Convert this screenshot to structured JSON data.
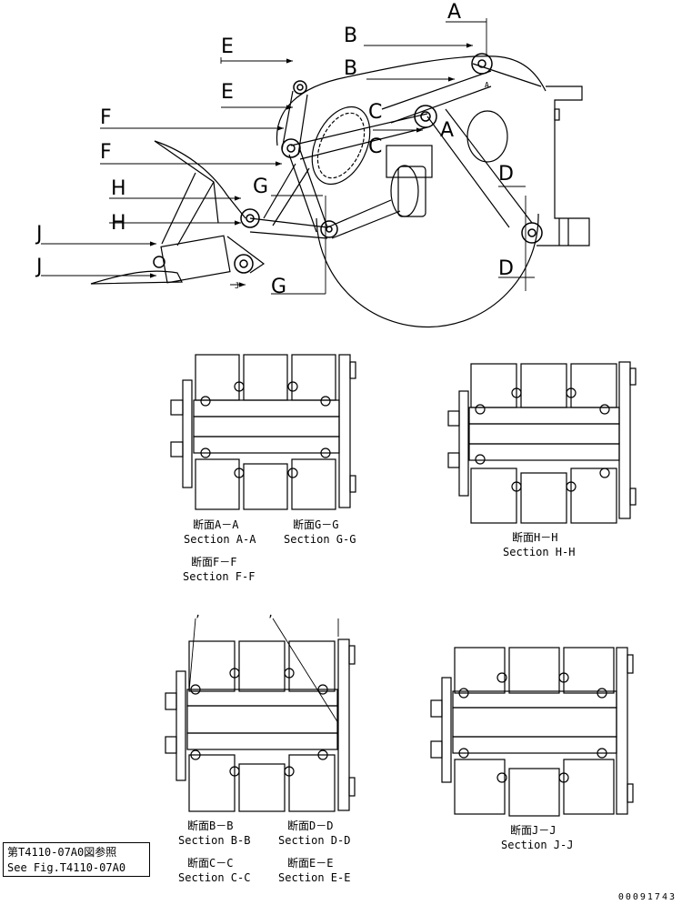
{
  "view_labels": [
    "A",
    "B",
    "B",
    "C",
    "C",
    "D",
    "D",
    "E",
    "E",
    "F",
    "F",
    "G",
    "G",
    "H",
    "H",
    "J",
    "J"
  ],
  "small_marks": {
    "a": "A",
    "j": "J"
  },
  "sections": [
    {
      "jp": "断面A－A",
      "en": "Section A-A"
    },
    {
      "jp": "断面G－G",
      "en": "Section G-G"
    },
    {
      "jp": "断面F－F",
      "en": "Section F-F"
    },
    {
      "jp": "断面H－H",
      "en": "Section H-H"
    },
    {
      "jp": "断面B－B",
      "en": "Section B-B"
    },
    {
      "jp": "断面D－D",
      "en": "Section D-D"
    },
    {
      "jp": "断面C－C",
      "en": "Section C-C"
    },
    {
      "jp": "断面E－E",
      "en": "Section E-E"
    },
    {
      "jp": "断面J－J",
      "en": "Section J-J"
    }
  ],
  "reference": {
    "jp": "第T4110-07A0図参照",
    "en": "See Fig.T4110-07A0"
  },
  "drawing_code": "00091743"
}
